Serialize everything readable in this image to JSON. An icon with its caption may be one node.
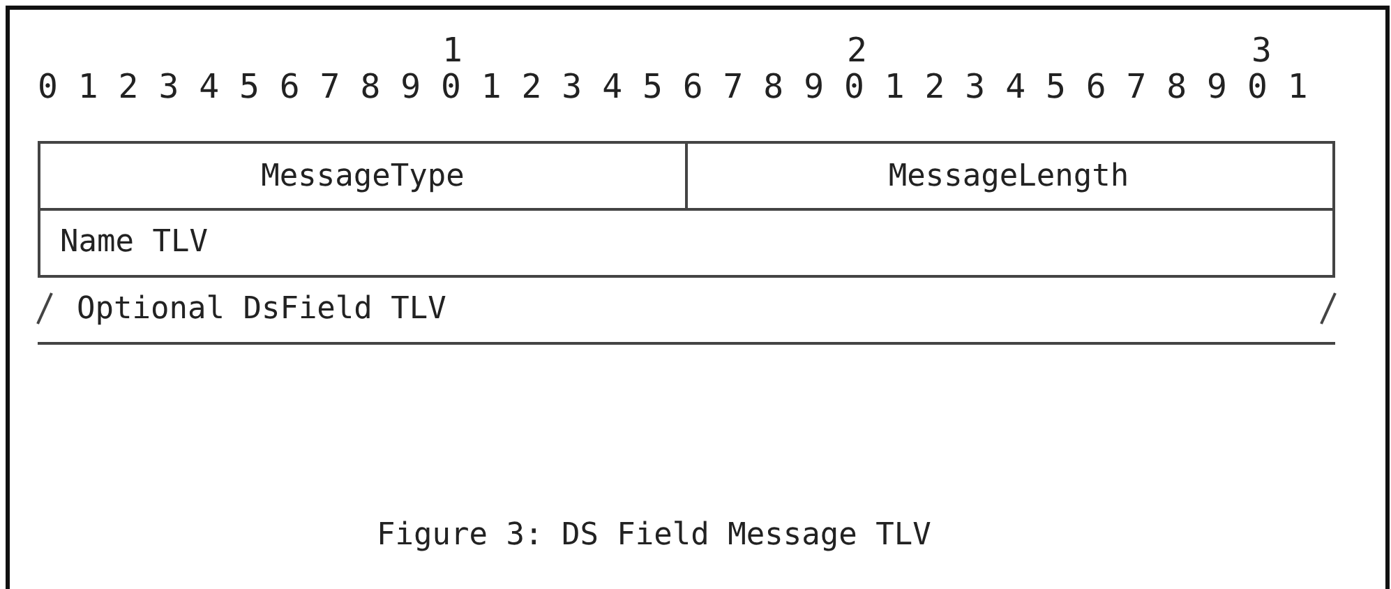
{
  "diagram": {
    "caption": "Figure 3: DS Field Message TLV",
    "nodes": [
      {
        "text": [
          "MessageType"
        ]
      },
      {
        "text": [
          "MessageLength"
        ]
      },
      {
        "text": [
          "Name TLV"
        ]
      },
      {
        "text": [
          "Optional DsField TLV"
        ]
      }
    ],
    "labels": [
      "1",
      "2",
      "3",
      "0 1 2 3 4 5 6 7 8 9 0 1 2 3 4 5 6 7 8 9 0 1 2 3 4 5 6 7 8 9 0 1"
    ]
  }
}
